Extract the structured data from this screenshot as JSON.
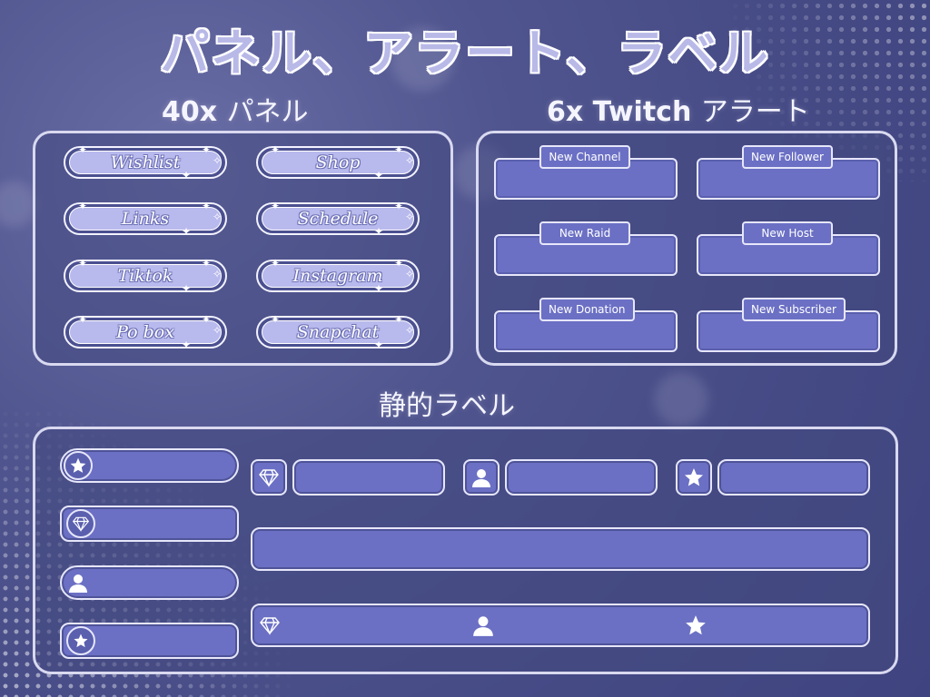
{
  "title": "パネル、アラート、ラベル",
  "sections": {
    "panels_title_bold": "40x",
    "panels_title_light": "パネル",
    "alerts_title_bold": "6x Twitch",
    "alerts_title_light": "アラート",
    "labels_title": "静的ラベル"
  },
  "panels": [
    "Wishlist",
    "Shop",
    "Links",
    "Schedule",
    "Tiktok",
    "Instagram",
    "Po box",
    "Snapchat"
  ],
  "alerts": [
    "New Channel",
    "New Follower",
    "New Raid",
    "New Host",
    "New Donation",
    "New Subscriber"
  ],
  "icons": {
    "star": "star-icon",
    "diamond": "diamond-icon",
    "user": "user-icon"
  },
  "colors": {
    "background": "#4a4f8a",
    "label_fill": "#6b70c4",
    "panel_fill": "#b8b9ec",
    "border": "#e6e6fa"
  }
}
